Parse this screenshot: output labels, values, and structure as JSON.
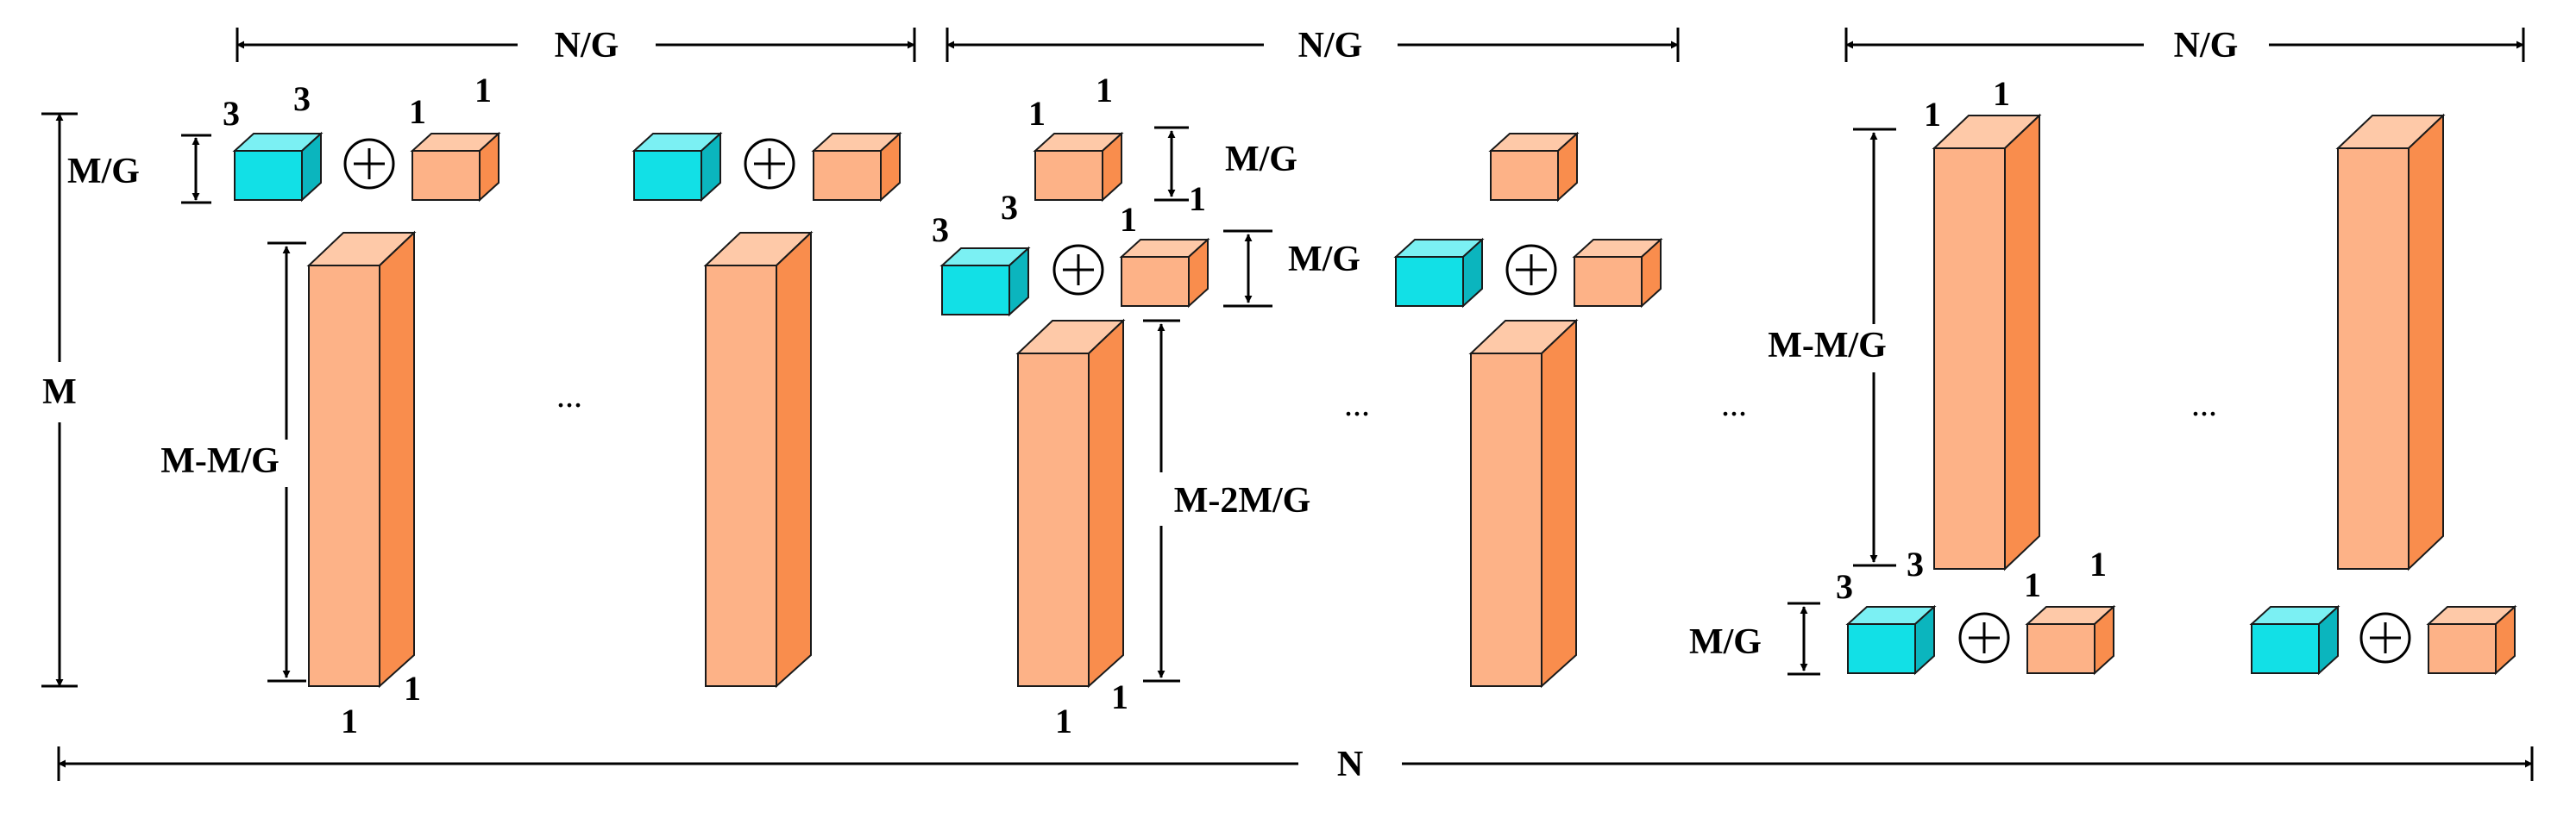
{
  "labels": {
    "n_over_g": "N/G",
    "n": "N",
    "m": "M",
    "m_over_g": "M/G",
    "m_minus_m_over_g": "M-M/G",
    "m_minus_2m_over_g": "M-2M/G",
    "three": "3",
    "one": "1",
    "ellipsis": "...",
    "plus": "⊕"
  },
  "colors": {
    "orange_front": "#FDB287",
    "orange_side": "#F98D4D",
    "orange_top": "#FEC9A8",
    "cyan_front": "#12E0E6",
    "cyan_side": "#0BB5BE",
    "cyan_top": "#7BF0F3",
    "stroke": "#1a1a1a"
  }
}
